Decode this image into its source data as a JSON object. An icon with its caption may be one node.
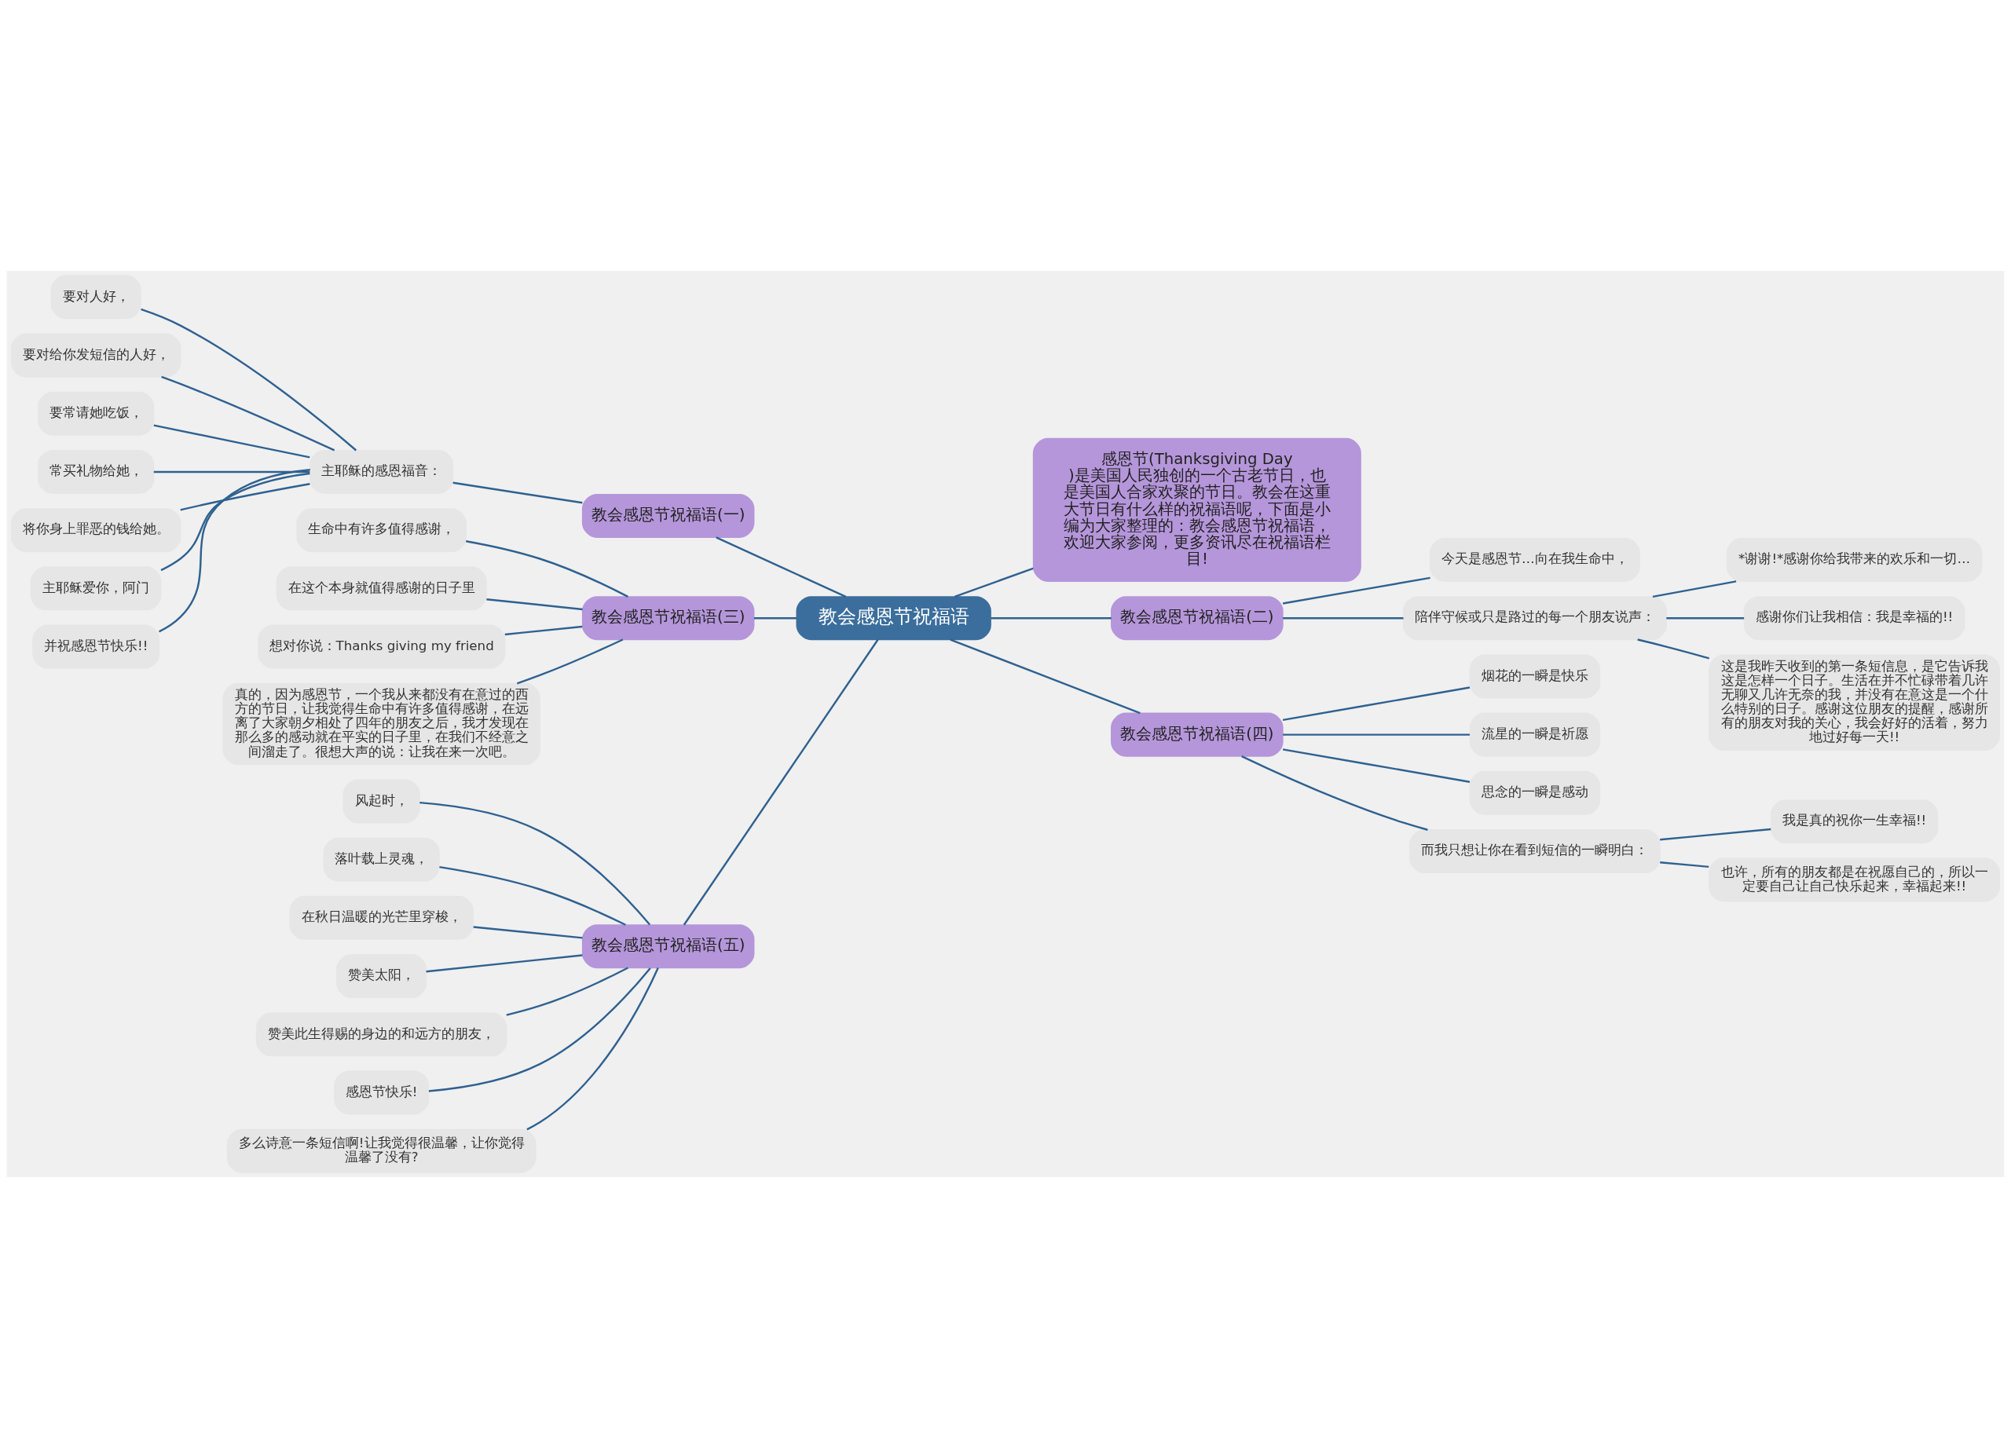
{
  "diagram": {
    "nodes": [
      {
        "text": [
          "教会感恩节祝福语"
        ]
      },
      {
        "text": [
          "教会感恩节祝福语(一)"
        ]
      },
      {
        "text": [
          "主耶稣的感恩福音："
        ]
      },
      {
        "text": [
          "要对人好，"
        ]
      },
      {
        "text": [
          "要对给你发短信的人好，"
        ]
      },
      {
        "text": [
          "要常请她吃饭，"
        ]
      },
      {
        "text": [
          "常买礼物给她，"
        ]
      },
      {
        "text": [
          "将你身上罪恶的钱给她。"
        ]
      },
      {
        "text": [
          "主耶稣爱你，阿门"
        ]
      },
      {
        "text": [
          "并祝感恩节快乐!!"
        ]
      },
      {
        "text": [
          "教会感恩节祝福语(三)"
        ]
      },
      {
        "text": [
          "生命中有许多值得感谢，"
        ]
      },
      {
        "text": [
          "在这个本身就值得感谢的日子里"
        ]
      },
      {
        "text": [
          "想对你说：Thanks giving my friend"
        ]
      },
      {
        "text": [
          "真的，因为感恩节，一个我从来都没有在意过的西方的节日，让我觉得生命中有许多值得感谢，在远离了大家朝夕相处了四年的朋友之后，我才发现在那么多的感动就在平实的日子里，在我们不经意之间溜走了。很想大声的说：让我在来一次吧。"
        ]
      },
      {
        "text": [
          "教会感恩节祝福语(五)"
        ]
      },
      {
        "text": [
          "风起时，"
        ]
      },
      {
        "text": [
          "落叶载上灵魂，"
        ]
      },
      {
        "text": [
          "在秋日温暖的光芒里穿梭，"
        ]
      },
      {
        "text": [
          "赞美太阳，"
        ]
      },
      {
        "text": [
          "赞美此生得赐的身边的和远方的朋友，"
        ]
      },
      {
        "text": [
          "感恩节快乐!"
        ]
      },
      {
        "text": [
          "多么诗意一条短信啊!让我觉得很温馨，让你觉得温馨了没有?"
        ]
      },
      {
        "text": [
          "感恩节(Thanksgiving Day)是美国人民独创的一个古老节日，也是美国人合家欢聚的节日。教会在这重大节日有什么样的祝福语呢，下面是小编为大家整理的：教会感恩节祝福语，欢迎大家参阅，更多资讯尽在祝福语栏目!"
        ]
      },
      {
        "text": [
          "教会感恩节祝福语(二)"
        ]
      },
      {
        "text": [
          "今天是感恩节…向在我生命中，"
        ]
      },
      {
        "text": [
          "陪伴守候或只是路过的每一个朋友说声："
        ]
      },
      {
        "text": [
          "*谢谢!*感谢你给我带来的欢乐和一切…"
        ]
      },
      {
        "text": [
          "感谢你们让我相信：我是幸福的!!"
        ]
      },
      {
        "text": [
          "这是我昨天收到的第一条短信息，是它告诉我这是怎样一个日子。生活在并不忙碌带着几许无聊又几许无奈的我，并没有在意这是一个什么特别的日子。感谢这位朋友的提醒，感谢所有的朋友对我的关心，我会好好的活着，努力地过好每一天!!"
        ]
      },
      {
        "text": [
          "教会感恩节祝福语(四)"
        ]
      },
      {
        "text": [
          "烟花的一瞬是快乐"
        ]
      },
      {
        "text": [
          "流星的一瞬是祈愿"
        ]
      },
      {
        "text": [
          "思念的一瞬是感动"
        ]
      },
      {
        "text": [
          "而我只想让你在看到短信的一瞬明白："
        ]
      },
      {
        "text": [
          "我是真的祝你一生幸福!!"
        ]
      },
      {
        "text": [
          "也许，所有的朋友都是在祝愿自己的，所以一定要自己让自己快乐起来，幸福起来!!"
        ]
      }
    ],
    "edges": [
      {
        "from": 0,
        "to": 1,
        "arrow": "none"
      },
      {
        "from": 1,
        "to": 2,
        "arrow": "none"
      },
      {
        "from": 2,
        "to": 3,
        "arrow": "none"
      },
      {
        "from": 2,
        "to": 4,
        "arrow": "none"
      },
      {
        "from": 2,
        "to": 5,
        "arrow": "none"
      },
      {
        "from": 2,
        "to": 6,
        "arrow": "none"
      },
      {
        "from": 2,
        "to": 7,
        "arrow": "none"
      },
      {
        "from": 2,
        "to": 8,
        "arrow": "none"
      },
      {
        "from": 2,
        "to": 9,
        "arrow": "none"
      },
      {
        "from": 0,
        "to": 10,
        "arrow": "none"
      },
      {
        "from": 10,
        "to": 11,
        "arrow": "none"
      },
      {
        "from": 10,
        "to": 12,
        "arrow": "none"
      },
      {
        "from": 10,
        "to": 13,
        "arrow": "none"
      },
      {
        "from": 10,
        "to": 14,
        "arrow": "none"
      },
      {
        "from": 0,
        "to": 15,
        "arrow": "none"
      },
      {
        "from": 15,
        "to": 16,
        "arrow": "none"
      },
      {
        "from": 15,
        "to": 17,
        "arrow": "none"
      },
      {
        "from": 15,
        "to": 18,
        "arrow": "none"
      },
      {
        "from": 15,
        "to": 19,
        "arrow": "none"
      },
      {
        "from": 15,
        "to": 20,
        "arrow": "none"
      },
      {
        "from": 15,
        "to": 21,
        "arrow": "none"
      },
      {
        "from": 15,
        "to": 22,
        "arrow": "none"
      },
      {
        "from": 0,
        "to": 23,
        "arrow": "none"
      },
      {
        "from": 0,
        "to": 24,
        "arrow": "none"
      },
      {
        "from": 24,
        "to": 25,
        "arrow": "none"
      },
      {
        "from": 24,
        "to": 26,
        "arrow": "none"
      },
      {
        "from": 26,
        "to": 27,
        "arrow": "none"
      },
      {
        "from": 26,
        "to": 28,
        "arrow": "none"
      },
      {
        "from": 26,
        "to": 29,
        "arrow": "none"
      },
      {
        "from": 0,
        "to": 30,
        "arrow": "none"
      },
      {
        "from": 30,
        "to": 31,
        "arrow": "none"
      },
      {
        "from": 30,
        "to": 32,
        "arrow": "none"
      },
      {
        "from": 30,
        "to": 33,
        "arrow": "none"
      },
      {
        "from": 30,
        "to": 34,
        "arrow": "none"
      },
      {
        "from": 34,
        "to": 35,
        "arrow": "none"
      },
      {
        "from": 34,
        "to": 36,
        "arrow": "none"
      }
    ]
  }
}
